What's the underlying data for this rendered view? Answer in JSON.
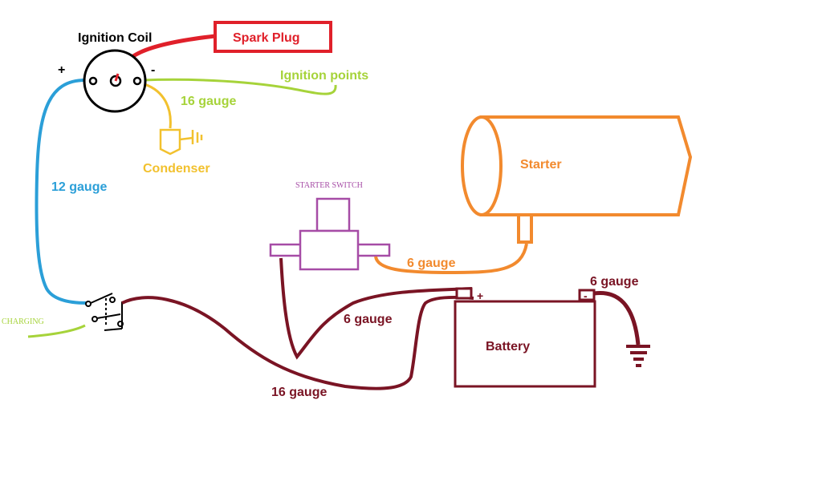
{
  "labels": {
    "ignition_coil": "Ignition Coil",
    "spark_plug": "Spark Plug",
    "ignition_points": "Ignition points",
    "coil_plus": "+",
    "coil_minus": "-",
    "gauge_16_points": "16 gauge",
    "condenser": "Condenser",
    "gauge_12": "12 gauge",
    "starter_switch": "STARTER SWITCH",
    "starter": "Starter",
    "gauge_6_starter": "6 gauge",
    "gauge_6_ground": "6 gauge",
    "gauge_6_battery": "6 gauge",
    "battery": "Battery",
    "battery_plus": "+",
    "battery_minus": "-",
    "charging": "CHARGING",
    "gauge_16_bottom": "16 gauge"
  },
  "colors": {
    "spark_wire": "#e0202a",
    "gauge12": "#2b9fd8",
    "gauge16_points": "#a6d33a",
    "condenser": "#f2c12e",
    "starter": "#f28a2e",
    "switch": "#a64ca6",
    "battery": "#7a1424",
    "text": "#000000"
  }
}
